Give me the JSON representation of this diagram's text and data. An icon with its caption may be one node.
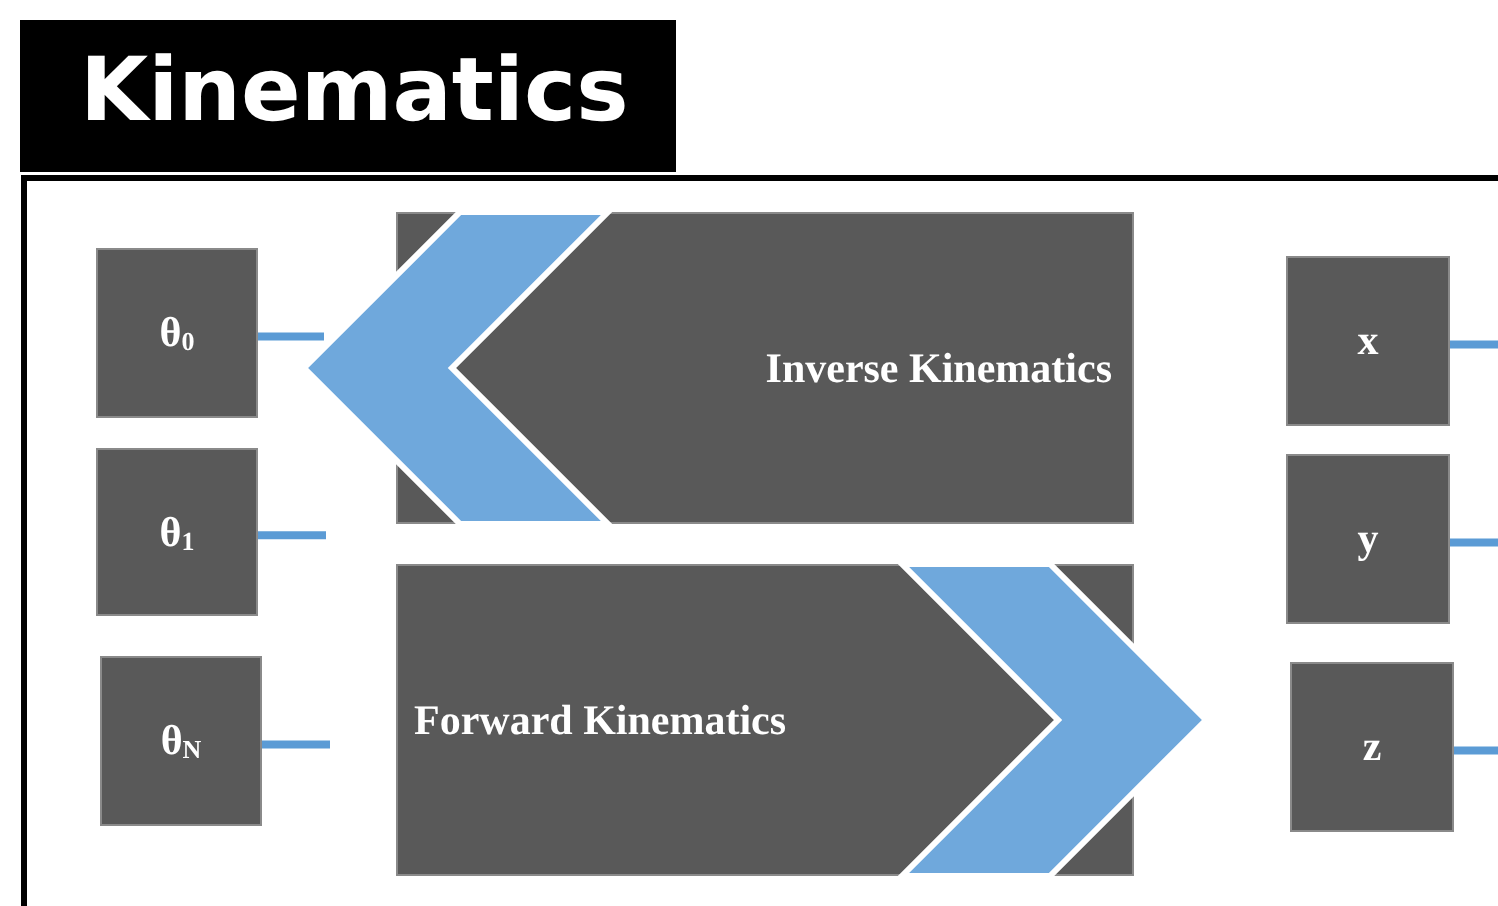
{
  "diagram": {
    "title": "Kinematics",
    "nodes": [
      {
        "text": [
          "θ$_{0}$"
        ]
      },
      {
        "text": [
          "θ$_{1}$"
        ]
      },
      {
        "text": [
          "θ$_{N}$"
        ]
      },
      {
        "text": [
          "Inverse Kinematics"
        ]
      },
      {
        "text": [
          "Forward Kinematics"
        ]
      },
      {
        "text": [
          "x"
        ]
      },
      {
        "text": [
          "y"
        ]
      },
      {
        "text": [
          "z"
        ]
      }
    ],
    "edges": [
      {
        "from": 0,
        "to": null,
        "arrow": "none"
      },
      {
        "from": 1,
        "to": null,
        "arrow": "none"
      },
      {
        "from": 2,
        "to": null,
        "arrow": "none"
      },
      {
        "from": 5,
        "to": null,
        "arrow": "none"
      },
      {
        "from": 6,
        "to": null,
        "arrow": "none"
      },
      {
        "from": 7,
        "to": null,
        "arrow": "none"
      },
      {
        "from": 3,
        "to": null,
        "arrow": "to",
        "style": "thick"
      },
      {
        "from": 4,
        "to": null,
        "arrow": "to",
        "style": "thick"
      }
    ]
  }
}
